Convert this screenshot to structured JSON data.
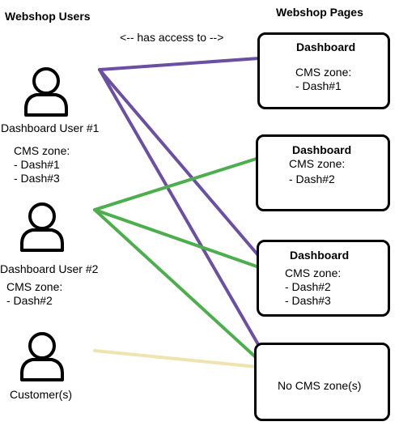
{
  "headings": {
    "users": "Webshop Users",
    "pages": "Webshop Pages",
    "access_note": "<-- has access to -->"
  },
  "users": [
    {
      "label": "Dashboard User #1",
      "cms_label": "CMS zone:",
      "cms_items": [
        "- Dash#1",
        "- Dash#3"
      ]
    },
    {
      "label": "Dashboard User #2",
      "cms_label": "CMS zone:",
      "cms_items": [
        "- Dash#2"
      ]
    },
    {
      "label": "Customer(s)"
    }
  ],
  "pages": [
    {
      "title": "Dashboard",
      "lines": [
        "CMS zone:",
        "- Dash#1"
      ]
    },
    {
      "title": "Dashboard",
      "lines": [
        "CMS zone:",
        "- Dash#2"
      ]
    },
    {
      "title": "Dashboard",
      "lines": [
        "CMS zone:",
        "- Dash#2",
        "- Dash#3"
      ]
    },
    {
      "title": "",
      "lines": [
        "No CMS zone(s)"
      ]
    }
  ],
  "connections": [
    {
      "from": "Dashboard User #1",
      "to": "Dash#1 page",
      "color": "#6a4fa3"
    },
    {
      "from": "Dashboard User #1",
      "to": "Dash#2/Dash#3 page",
      "color": "#6a4fa3"
    },
    {
      "from": "Dashboard User #1",
      "to": "No CMS zone page",
      "color": "#6a4fa3"
    },
    {
      "from": "Dashboard User #2",
      "to": "Dash#2 page",
      "color": "#4cae4c"
    },
    {
      "from": "Dashboard User #2",
      "to": "Dash#2/Dash#3 page",
      "color": "#4cae4c"
    },
    {
      "from": "Dashboard User #2",
      "to": "No CMS zone page",
      "color": "#4cae4c"
    },
    {
      "from": "Customer(s)",
      "to": "No CMS zone page",
      "color": "#efe3b0"
    }
  ],
  "colors": {
    "user1_line": "#6a4fa3",
    "user2_line": "#4cae4c",
    "customer_line": "#efe3b0"
  }
}
